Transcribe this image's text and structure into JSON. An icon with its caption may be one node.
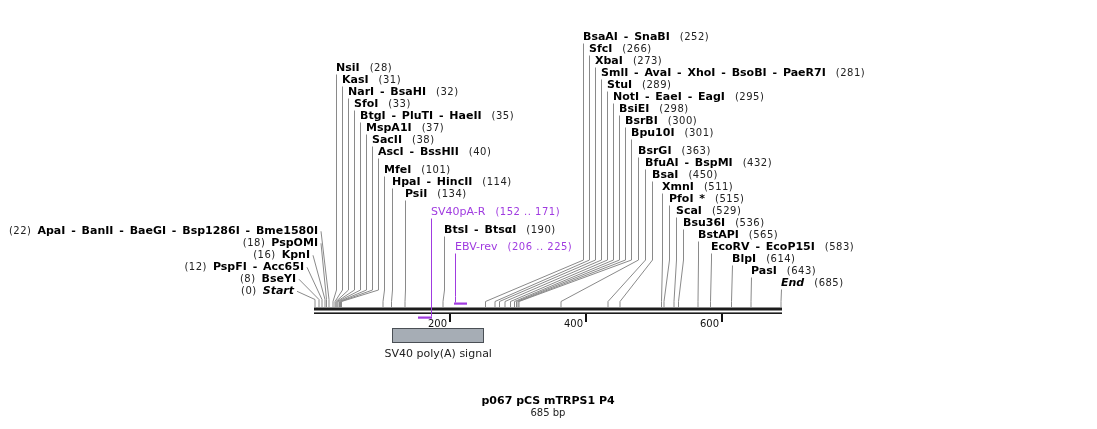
{
  "diagram": {
    "title": "p067 pCS mTRPS1 P4",
    "caption": "685 bp",
    "nodes": [
      {
        "text": [],
        "shape": "bar"
      },
      {
        "text": [
          "(0)",
          "Start"
        ]
      },
      {
        "text": [
          "(8)",
          "BseYI"
        ]
      },
      {
        "text": [
          "(12)",
          "PspFI - Acc65I"
        ]
      },
      {
        "text": [
          "(16)",
          "KpnI"
        ]
      },
      {
        "text": [
          "(18)",
          "PspOMI"
        ]
      },
      {
        "text": [
          "(22)",
          "ApaI - BanII - BaeGI - Bsp1286I - Bme1580I"
        ]
      },
      {
        "text": [
          "NsiI",
          "(28)"
        ]
      },
      {
        "text": [
          "KasI",
          "(31)"
        ]
      },
      {
        "text": [
          "NarI - BsaHI",
          "(32)"
        ]
      },
      {
        "text": [
          "SfoI",
          "(33)"
        ]
      },
      {
        "text": [
          "BtgI - PluTI - HaeII",
          "(35)"
        ]
      },
      {
        "text": [
          "MspA1I",
          "(37)"
        ]
      },
      {
        "text": [
          "SacII",
          "(38)"
        ]
      },
      {
        "text": [
          "AscI - BssHII",
          "(40)"
        ]
      },
      {
        "text": [
          "MfeI",
          "(101)"
        ]
      },
      {
        "text": [
          "HpaI - HincII",
          "(114)"
        ]
      },
      {
        "text": [
          "PsiI",
          "(134)"
        ]
      },
      {
        "text": [
          "SV40pA-R",
          "(152 .. 171)"
        ]
      },
      {
        "text": [
          "BtsI - BtsαI",
          "(190)"
        ]
      },
      {
        "text": [
          "EBV-rev",
          "(206 .. 225)"
        ]
      },
      {
        "text": [
          "BsaAI - SnaBI",
          "(252)"
        ]
      },
      {
        "text": [
          "SfcI",
          "(266)"
        ]
      },
      {
        "text": [
          "XbaI",
          "(273)"
        ]
      },
      {
        "text": [
          "SmlI - AvaI - XhoI - BsoBI - PaeR7I",
          "(281)"
        ]
      },
      {
        "text": [
          "StuI",
          "(289)"
        ]
      },
      {
        "text": [
          "NotI - EaeI - EagI",
          "(295)"
        ]
      },
      {
        "text": [
          "BsiEI",
          "(298)"
        ]
      },
      {
        "text": [
          "BsrBI",
          "(300)"
        ]
      },
      {
        "text": [
          "Bpu10I",
          "(301)"
        ]
      },
      {
        "text": [
          "BsrGI",
          "(363)"
        ]
      },
      {
        "text": [
          "BfuAI - BspMI",
          "(432)"
        ]
      },
      {
        "text": [
          "BsaI",
          "(450)"
        ]
      },
      {
        "text": [
          "XmnI",
          "(511)"
        ]
      },
      {
        "text": [
          "PfoI *",
          "(515)"
        ]
      },
      {
        "text": [
          "ScaI",
          "(529)"
        ]
      },
      {
        "text": [
          "Bsu36I",
          "(536)"
        ]
      },
      {
        "text": [
          "BstAPI",
          "(565)"
        ]
      },
      {
        "text": [
          "EcoRV - EcoP15I",
          "(583)"
        ]
      },
      {
        "text": [
          "BlpI",
          "(614)"
        ]
      },
      {
        "text": [
          "PasI",
          "(643)"
        ]
      },
      {
        "text": [
          "End",
          "(685)"
        ]
      },
      {
        "text": [],
        "shape": "bar"
      },
      {
        "text": [],
        "shape": "bar"
      },
      {
        "text": [
          "SV40 poly(A) signal"
        ]
      }
    ],
    "edges": [
      {
        "from": 1,
        "to": 0,
        "arrow": "none"
      },
      {
        "from": 2,
        "to": 0,
        "arrow": "none"
      },
      {
        "from": 3,
        "to": 0,
        "arrow": "none"
      },
      {
        "from": 4,
        "to": 0,
        "arrow": "none"
      },
      {
        "from": 5,
        "to": 0,
        "arrow": "none"
      },
      {
        "from": 6,
        "to": 0,
        "arrow": "none"
      },
      {
        "from": 7,
        "to": 0,
        "arrow": "none"
      },
      {
        "from": 8,
        "to": 0,
        "arrow": "none"
      },
      {
        "from": 9,
        "to": 0,
        "arrow": "none"
      },
      {
        "from": 10,
        "to": 0,
        "arrow": "none"
      },
      {
        "from": 11,
        "to": 0,
        "arrow": "none"
      },
      {
        "from": 12,
        "to": 0,
        "arrow": "none"
      },
      {
        "from": 13,
        "to": 0,
        "arrow": "none"
      },
      {
        "from": 14,
        "to": 0,
        "arrow": "none"
      },
      {
        "from": 15,
        "to": 0,
        "arrow": "none"
      },
      {
        "from": 16,
        "to": 0,
        "arrow": "none"
      },
      {
        "from": 17,
        "to": 0,
        "arrow": "none"
      },
      {
        "from": 18,
        "to": 42,
        "arrow": "none",
        "color": "#a03be0"
      },
      {
        "from": 19,
        "to": 0,
        "arrow": "none"
      },
      {
        "from": 20,
        "to": 43,
        "arrow": "none",
        "color": "#a03be0"
      },
      {
        "from": 21,
        "to": 0,
        "arrow": "none"
      },
      {
        "from": 22,
        "to": 0,
        "arrow": "none"
      },
      {
        "from": 23,
        "to": 0,
        "arrow": "none"
      },
      {
        "from": 24,
        "to": 0,
        "arrow": "none"
      },
      {
        "from": 25,
        "to": 0,
        "arrow": "none"
      },
      {
        "from": 26,
        "to": 0,
        "arrow": "none"
      },
      {
        "from": 27,
        "to": 0,
        "arrow": "none"
      },
      {
        "from": 28,
        "to": 0,
        "arrow": "none"
      },
      {
        "from": 29,
        "to": 0,
        "arrow": "none"
      },
      {
        "from": 30,
        "to": 0,
        "arrow": "none"
      },
      {
        "from": 31,
        "to": 0,
        "arrow": "none"
      },
      {
        "from": 32,
        "to": 0,
        "arrow": "none"
      },
      {
        "from": 33,
        "to": 0,
        "arrow": "none"
      },
      {
        "from": 34,
        "to": 0,
        "arrow": "none"
      },
      {
        "from": 35,
        "to": 0,
        "arrow": "none"
      },
      {
        "from": 36,
        "to": 0,
        "arrow": "none"
      },
      {
        "from": 37,
        "to": 0,
        "arrow": "none"
      },
      {
        "from": 38,
        "to": 0,
        "arrow": "none"
      },
      {
        "from": 39,
        "to": 0,
        "arrow": "none"
      },
      {
        "from": 40,
        "to": 0,
        "arrow": "none"
      },
      {
        "from": 41,
        "to": 0,
        "arrow": "none"
      }
    ],
    "labels": [
      "200",
      "400",
      "600"
    ]
  }
}
